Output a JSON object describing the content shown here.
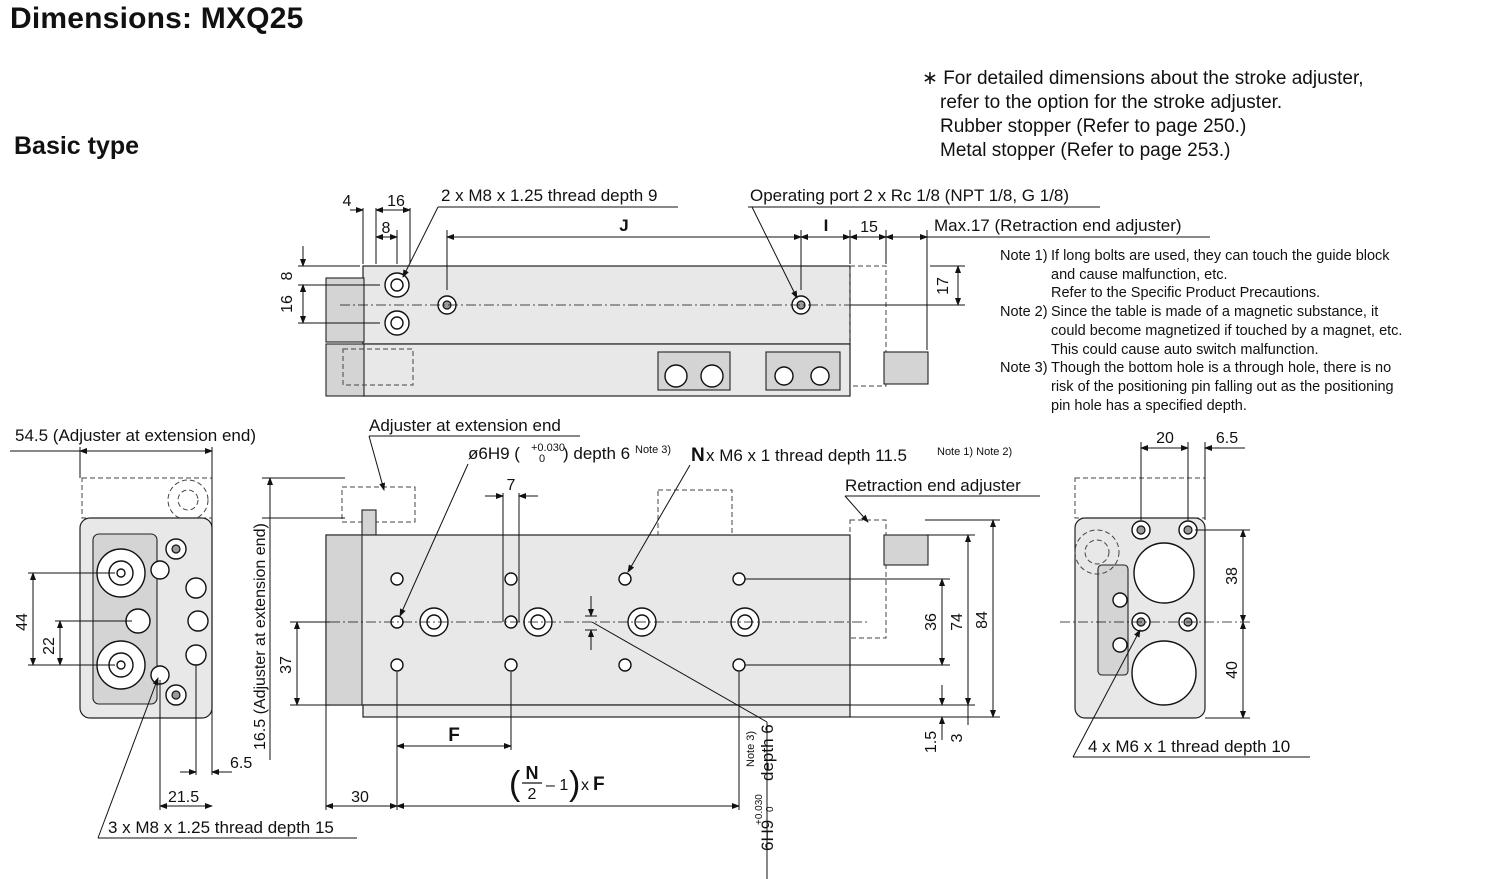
{
  "title": "Dimensions: MXQ25",
  "subtitle": "Basic type",
  "top_note": {
    "marker": "∗",
    "lines": [
      "For detailed dimensions about the stroke adjuster,",
      "refer to the option for the stroke adjuster.",
      "Rubber stopper (Refer to page 250.)",
      "Metal stopper (Refer to page 253.)"
    ]
  },
  "notes": [
    {
      "tag": "Note 1)",
      "lines": [
        "If long bolts are used, they can touch the guide block",
        "and cause malfunction, etc.",
        "Refer to the Specific Product Precautions."
      ]
    },
    {
      "tag": "Note 2)",
      "lines": [
        "Since the table is made of a magnetic substance, it",
        "could become magnetized if touched by a magnet, etc.",
        "This could cause auto switch malfunction."
      ]
    },
    {
      "tag": "Note 3)",
      "lines": [
        "Though the bottom hole is a through hole, there is no",
        "risk of the positioning pin falling out as the positioning",
        "pin hole has a specified depth."
      ]
    }
  ],
  "top_view": {
    "d4": "4",
    "d16": "16",
    "d8": "8",
    "dJ": "J",
    "dI": "I",
    "d15": "15",
    "left_8": "8",
    "left_16": "16",
    "right_17": "17",
    "thread_label": "2 x M8 x 1.25 thread depth 9",
    "port_label": "Operating port 2 x Rc 1/8 (NPT 1/8, G 1/8)",
    "max_label": "Max.17 (Retraction end adjuster)"
  },
  "left_view": {
    "adjuster_label": "54.5 (Adjuster at extension end)",
    "d44": "44",
    "d22": "22",
    "d6_5": "6.5",
    "d21_5": "21.5",
    "thread_label": "3 x M8 x 1.25 thread depth 15"
  },
  "front_view": {
    "adjuster_ext_label": "Adjuster at extension end",
    "pin_label_main": "ø6H9 (",
    "pin_tol_upper": "+0.030",
    "pin_tol_lower": "0",
    "pin_label_tail": ") depth 6",
    "pin_note": "Note 3)",
    "n_label_bold": "N",
    "n_label_text": " x M6 x 1 thread depth 11.5",
    "n_label_notes": "Note 1) Note 2)",
    "retraction_label": "Retraction end adjuster",
    "d7": "7",
    "vertical_label": "16.5 (Adjuster at extension end)",
    "d37": "37",
    "dF": "F",
    "d30": "30",
    "formula_n": "N",
    "formula_2": "2",
    "formula_tail": "– 1",
    "formula_x": "x",
    "formula_F": "F",
    "d36": "36",
    "d74": "74",
    "d84": "84",
    "d1_5": "1.5",
    "d3": "3",
    "vpin_main": "6H9",
    "vpin_tol_upper": "+0.030",
    "vpin_tol_lower": "0",
    "vpin_tail": "depth 6",
    "vpin_note": "Note 3)"
  },
  "right_view": {
    "d20": "20",
    "d6_5": "6.5",
    "d38": "38",
    "d40": "40",
    "thread_label": "4 x M6 x 1 thread depth 10"
  }
}
